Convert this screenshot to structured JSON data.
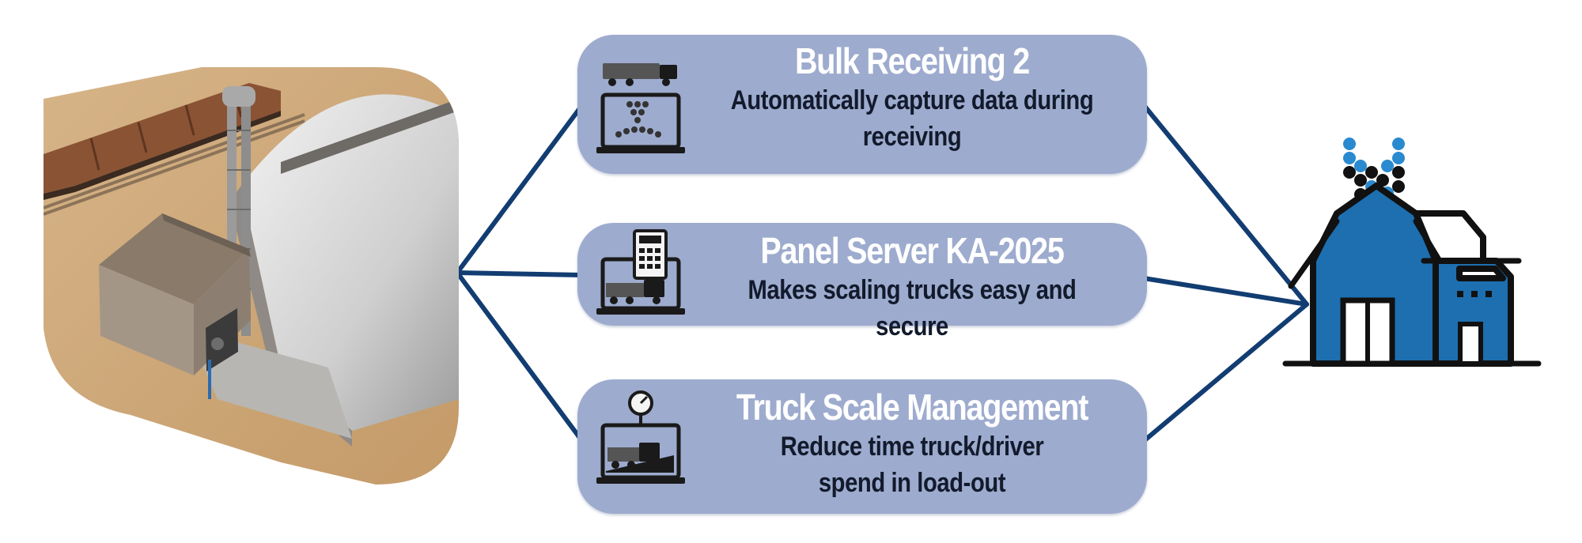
{
  "products": [
    {
      "title": "Bulk Receiving 2",
      "description_lines": [
        "Automatically capture data during",
        "receiving"
      ],
      "icon": "laptop-truck-grain-icon"
    },
    {
      "title": "Panel Server KA-2025",
      "description_lines": [
        "Makes scaling trucks easy and secure"
      ],
      "icon": "laptop-calculator-truck-icon"
    },
    {
      "title": "Truck Scale Management",
      "description_lines": [
        "Reduce time truck/driver",
        "spend in load-out"
      ],
      "icon": "laptop-scale-gauge-truck-icon"
    }
  ],
  "illustrations": {
    "left": "grain-facility-render",
    "right": "farm-building-grain-icon"
  },
  "colors": {
    "pill_fill": "#9dabce",
    "pill_title": "#ffffff",
    "pill_text": "#121a2c",
    "connector": "#123d72",
    "farm_blue": "#1d6fb0",
    "grain_dots_blue": "#2a8ad0",
    "grain_dots_black": "#111111"
  }
}
